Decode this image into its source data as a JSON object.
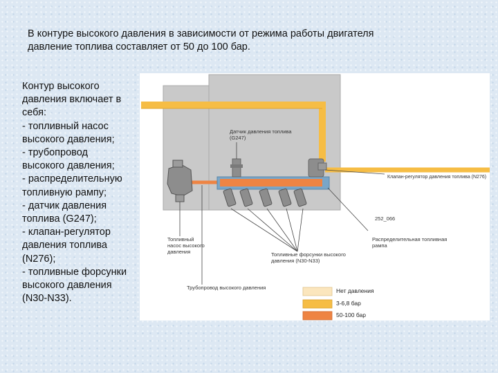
{
  "heading": {
    "lines": [
      "В контуре высокого давления в зависимости от режима работы двигателя",
      "давление топлива составляет от 50 до 100 бар."
    ]
  },
  "side_text": {
    "lines": [
      "Контур высокого",
      "давления включает в",
      "себя:",
      "- топливный насос",
      "высокого давления;",
      "- трубопровод",
      "высокого давления;",
      "- распределительную",
      "топливную рампу;",
      "- датчик давления",
      "топлива (G247);",
      "- клапан-регулятор",
      "давления топлива",
      "(N276);",
      "- топливные форсунки",
      "высокого давления",
      "(N30-N33)."
    ]
  },
  "figure": {
    "labels": {
      "sensor": [
        "Датчик давления топлива",
        "(G247)"
      ],
      "valve": "Клапан-регулятор давления топлива (N276)",
      "code": "252_066",
      "pump": [
        "Топливный",
        "насос высокого",
        "давления"
      ],
      "rail": [
        "Распределительная топливная",
        "рампа"
      ],
      "injectors": [
        "Топливные форсунки высокого",
        "давления (N30-N33)"
      ],
      "line": "Трубопровод высокого давления"
    },
    "legend": [
      {
        "label": "Нет давления",
        "color": "#fbe6bd"
      },
      {
        "label": "3-6,8 бар",
        "color": "#f6bd45"
      },
      {
        "label": "50-100 бар",
        "color": "#ee8443"
      }
    ],
    "colors": {
      "block": "#c9c9c9",
      "low_pressure": "#f6bd45",
      "high_pressure": "#ee8443",
      "rail": "#7aa6c8",
      "parts": "#8d8d8d"
    }
  }
}
